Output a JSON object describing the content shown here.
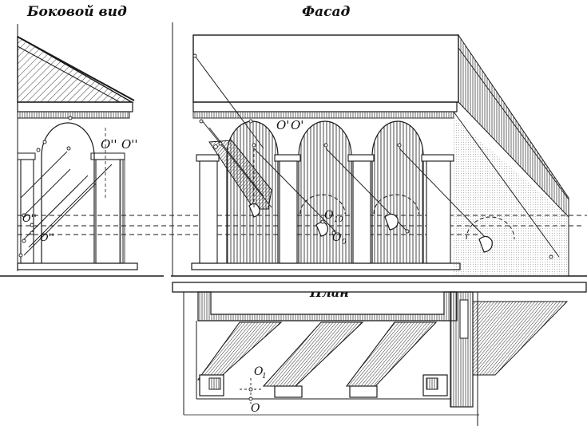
{
  "titles": {
    "side_view": "Боковой вид",
    "facade": "Фасад",
    "plan": "План"
  },
  "point_labels": {
    "side_o2": "O''",
    "side_o1": "O''",
    "side_o2_sub0": "O''",
    "side_o2_sub0b": "O''",
    "sub_0": "0",
    "sub_10": "10",
    "facade_o1": "O'",
    "facade_o": "O'",
    "facade_o10": "O",
    "facade_o0": "O",
    "plan_o1": "O",
    "plan_o1_sub": "1",
    "plan_o": "O"
  },
  "colors": {
    "ink": "#1a1a1a",
    "hatch": "#3a3a3a",
    "shadow_light": "#c9c9c9",
    "paper": "#ffffff"
  }
}
